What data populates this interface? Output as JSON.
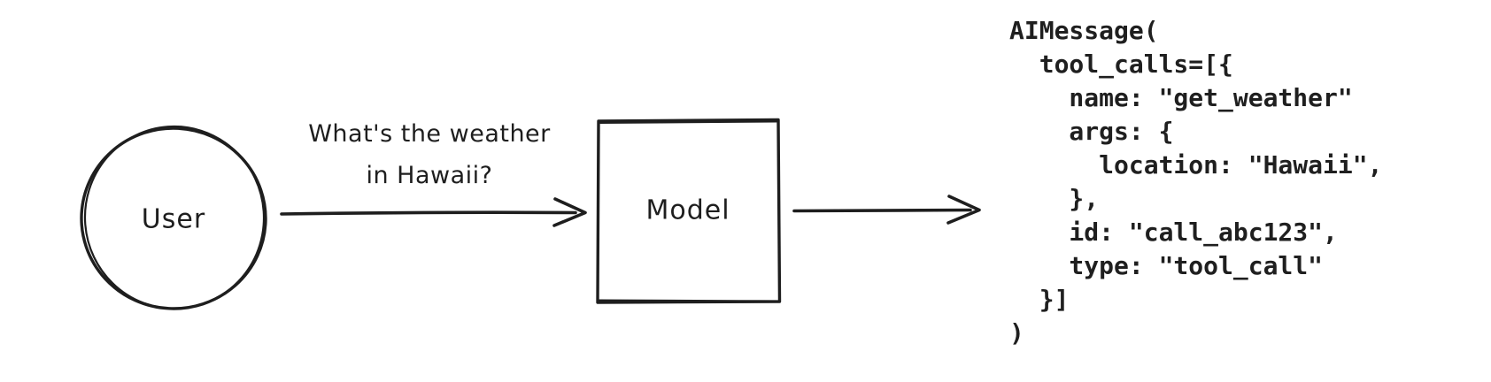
{
  "diagram": {
    "background_color": "#ffffff",
    "ink_color": "#1e1e1e",
    "user": {
      "label": "User",
      "shape": "circle"
    },
    "model": {
      "label": "Model",
      "shape": "rectangle"
    },
    "request": {
      "line1": "What's the weather",
      "line2": "in Hawaii?"
    }
  },
  "code": {
    "language": "python-repr",
    "lines": [
      "AIMessage(",
      "  tool_calls=[{",
      "    name: \"get_weather\"",
      "    args: {",
      "      location: \"Hawaii\",",
      "    },",
      "    id: \"call_abc123\",",
      "    type: \"tool_call\"",
      "  }]",
      ")"
    ]
  }
}
